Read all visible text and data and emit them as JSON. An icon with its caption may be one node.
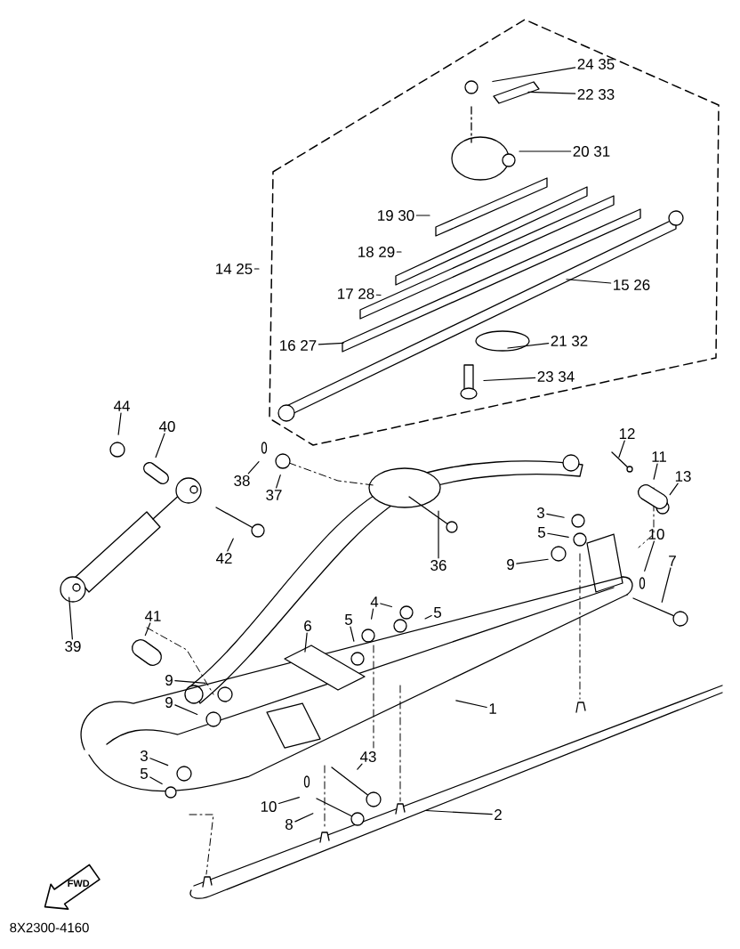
{
  "diagram": {
    "nodes": [
      {
        "text": [
          "24 35"
        ]
      },
      {
        "text": [
          "22 33"
        ]
      },
      {
        "text": [
          "20 31"
        ]
      },
      {
        "text": [
          "19 30"
        ]
      },
      {
        "text": [
          "18 29"
        ]
      },
      {
        "text": [
          "17 28"
        ]
      },
      {
        "text": [
          "16 27"
        ]
      },
      {
        "text": [
          "15 26"
        ]
      },
      {
        "text": [
          "21 32"
        ]
      },
      {
        "text": [
          "23 34"
        ]
      },
      {
        "text": [
          "14 25"
        ]
      },
      {
        "text": [
          "44"
        ]
      },
      {
        "text": [
          "40"
        ]
      },
      {
        "text": [
          "38"
        ]
      },
      {
        "text": [
          "37"
        ]
      },
      {
        "text": [
          "42"
        ]
      },
      {
        "text": [
          "39"
        ]
      },
      {
        "text": [
          "41"
        ]
      },
      {
        "text": [
          "36"
        ]
      },
      {
        "text": [
          "12"
        ]
      },
      {
        "text": [
          "11"
        ]
      },
      {
        "text": [
          "13"
        ]
      },
      {
        "text": [
          "3"
        ]
      },
      {
        "text": [
          "5"
        ]
      },
      {
        "text": [
          "9"
        ]
      },
      {
        "text": [
          "10"
        ]
      },
      {
        "text": [
          "7"
        ]
      },
      {
        "text": [
          "4"
        ]
      },
      {
        "text": [
          "5"
        ]
      },
      {
        "text": [
          "5"
        ]
      },
      {
        "text": [
          "6"
        ]
      },
      {
        "text": [
          "9"
        ]
      },
      {
        "text": [
          "9"
        ]
      },
      {
        "text": [
          "3"
        ]
      },
      {
        "text": [
          "5"
        ]
      },
      {
        "text": [
          "1"
        ]
      },
      {
        "text": [
          "43"
        ]
      },
      {
        "text": [
          "10"
        ]
      },
      {
        "text": [
          "8"
        ]
      },
      {
        "text": [
          "2"
        ]
      }
    ],
    "edges": [
      {
        "from": 0,
        "to": null,
        "arrow": "none"
      },
      {
        "from": 1,
        "to": null,
        "arrow": "none"
      },
      {
        "from": 2,
        "to": null,
        "arrow": "none"
      },
      {
        "from": 3,
        "to": null,
        "arrow": "none"
      },
      {
        "from": 4,
        "to": null,
        "arrow": "none"
      },
      {
        "from": 5,
        "to": null,
        "arrow": "none"
      },
      {
        "from": 6,
        "to": null,
        "arrow": "none"
      },
      {
        "from": 7,
        "to": null,
        "arrow": "none"
      },
      {
        "from": 8,
        "to": null,
        "arrow": "none"
      },
      {
        "from": 9,
        "to": null,
        "arrow": "none"
      },
      {
        "from": 10,
        "to": null,
        "arrow": "none"
      },
      {
        "from": 11,
        "to": null,
        "arrow": "none"
      },
      {
        "from": 12,
        "to": null,
        "arrow": "none"
      },
      {
        "from": 13,
        "to": null,
        "arrow": "none"
      },
      {
        "from": 14,
        "to": null,
        "arrow": "none"
      },
      {
        "from": 15,
        "to": null,
        "arrow": "none"
      },
      {
        "from": 16,
        "to": null,
        "arrow": "none"
      },
      {
        "from": 17,
        "to": null,
        "arrow": "none"
      },
      {
        "from": 18,
        "to": null,
        "arrow": "none"
      },
      {
        "from": 19,
        "to": null,
        "arrow": "none"
      },
      {
        "from": 20,
        "to": null,
        "arrow": "none"
      },
      {
        "from": 21,
        "to": null,
        "arrow": "none"
      },
      {
        "from": 22,
        "to": null,
        "arrow": "none"
      },
      {
        "from": 23,
        "to": null,
        "arrow": "none"
      },
      {
        "from": 24,
        "to": null,
        "arrow": "none"
      },
      {
        "from": 25,
        "to": null,
        "arrow": "none"
      },
      {
        "from": 26,
        "to": null,
        "arrow": "none"
      },
      {
        "from": 27,
        "to": null,
        "arrow": "none"
      },
      {
        "from": 27,
        "to": null,
        "arrow": "none"
      },
      {
        "from": 28,
        "to": null,
        "arrow": "none"
      },
      {
        "from": 29,
        "to": null,
        "arrow": "none"
      },
      {
        "from": 30,
        "to": null,
        "arrow": "none"
      },
      {
        "from": 31,
        "to": null,
        "arrow": "none"
      },
      {
        "from": 32,
        "to": null,
        "arrow": "none"
      },
      {
        "from": 33,
        "to": null,
        "arrow": "none"
      },
      {
        "from": 34,
        "to": null,
        "arrow": "none"
      },
      {
        "from": 35,
        "to": null,
        "arrow": "none"
      },
      {
        "from": 36,
        "to": null,
        "arrow": "none"
      },
      {
        "from": 37,
        "to": null,
        "arrow": "none"
      },
      {
        "from": 38,
        "to": null,
        "arrow": "none"
      },
      {
        "from": 39,
        "to": null,
        "arrow": "none"
      }
    ],
    "labels": [
      "FWD",
      "8X2300-4160"
    ]
  }
}
